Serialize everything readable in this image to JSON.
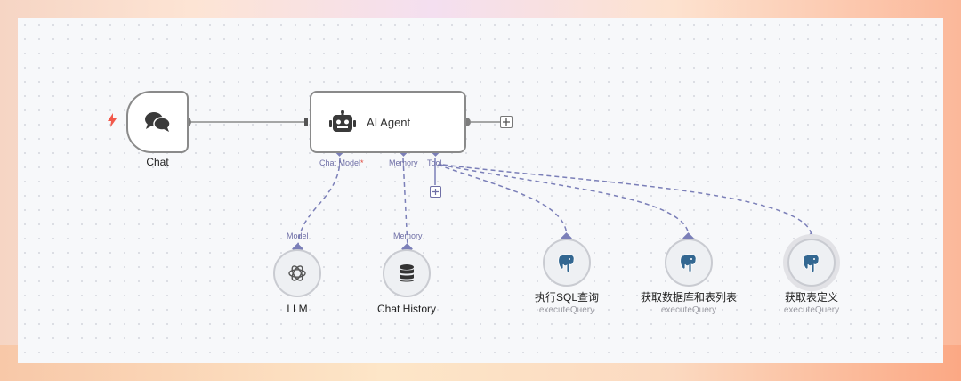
{
  "nodes": {
    "trigger": {
      "label": "Chat"
    },
    "agent": {
      "title": "AI Agent",
      "ports": {
        "chat_model": "Chat Model",
        "chat_model_required": "*",
        "memory": "Memory",
        "tool": "Tool"
      }
    },
    "llm": {
      "label": "LLM",
      "port": "Model"
    },
    "memory": {
      "label": "Chat History",
      "port": "Memory"
    },
    "tools": [
      {
        "label": "执行SQL查询",
        "sub": "executeQuery"
      },
      {
        "label": "获取数据库和表列表",
        "sub": "executeQuery"
      },
      {
        "label": "获取表定义",
        "sub": "executeQuery"
      }
    ]
  },
  "colors": {
    "connection": "#7b7fb8",
    "main_wire": "#8a8a8a",
    "trigger_bolt": "#f2594b",
    "postgres_blue": "#336791"
  },
  "icons": {
    "trigger": "lightning-bolt-icon",
    "chat": "chat-bubbles-icon",
    "agent": "robot-icon",
    "llm": "openai-icon",
    "memory": "database-icon",
    "tool": "postgres-elephant-icon",
    "add": "plus-icon"
  }
}
